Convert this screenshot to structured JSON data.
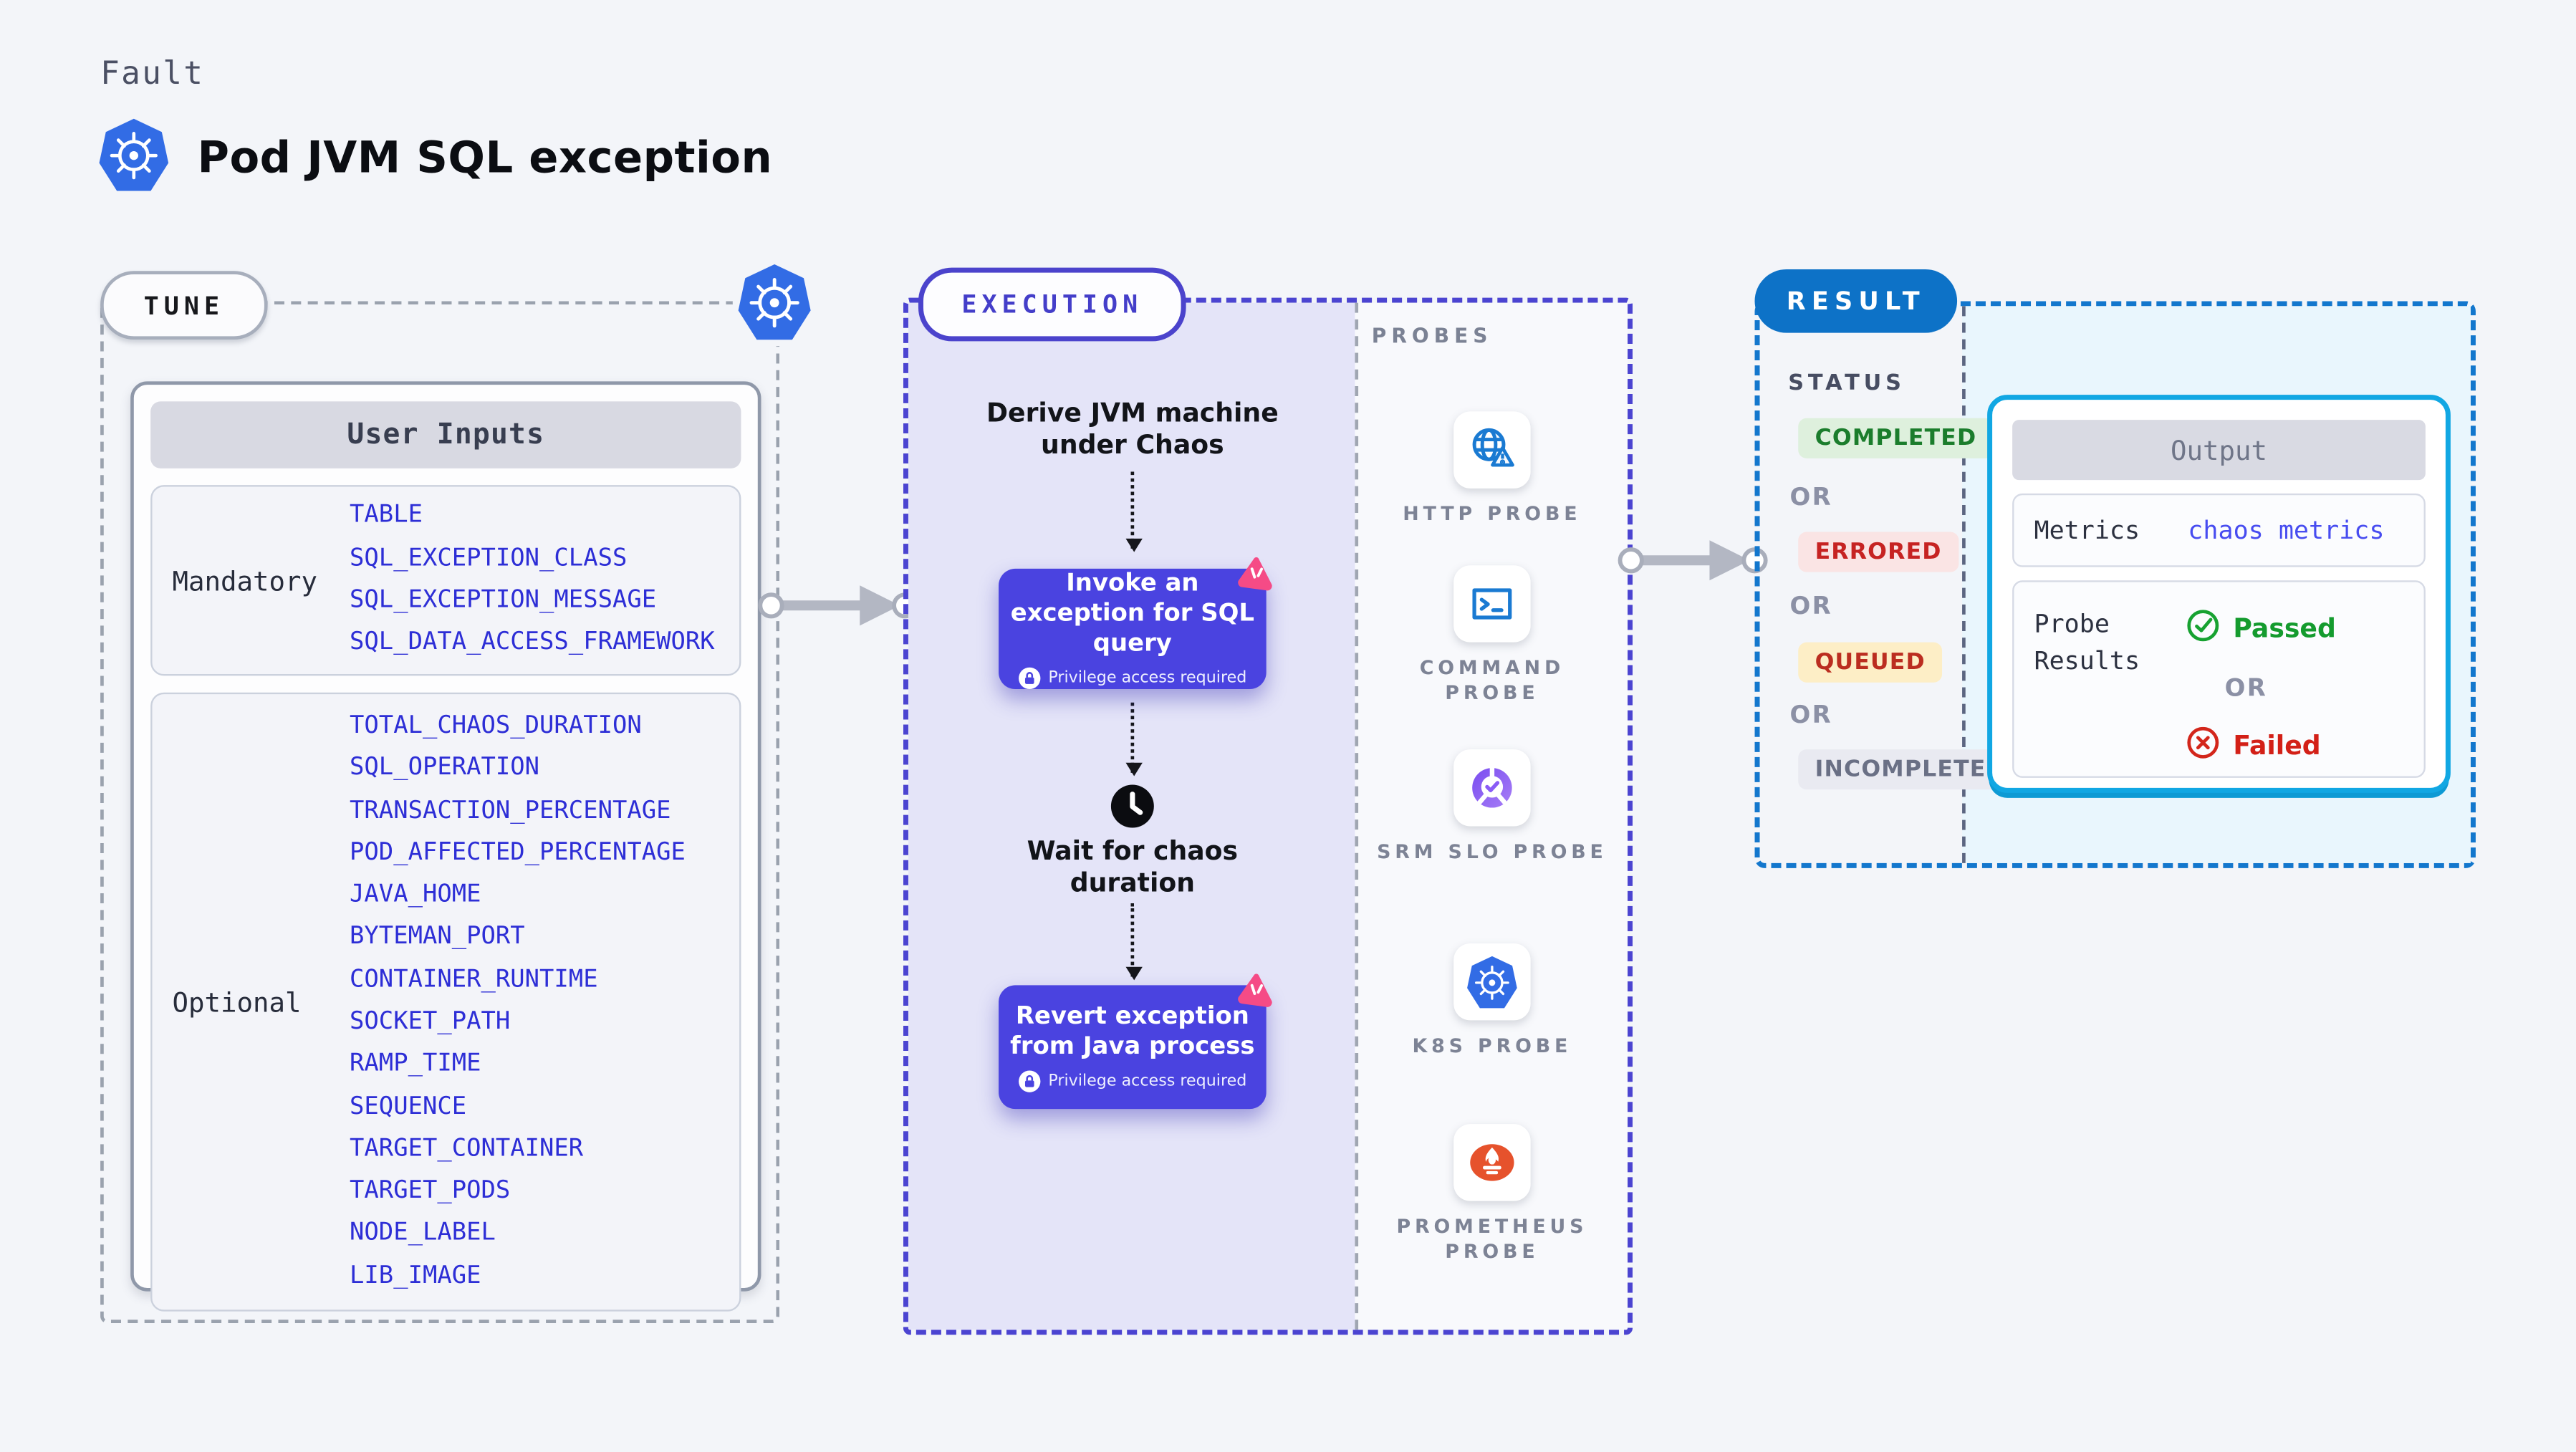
{
  "header": {
    "eyebrow": "Fault",
    "title": "Pod JVM SQL exception"
  },
  "tune": {
    "pill": "TUNE",
    "card_title": "User Inputs",
    "mandatory": {
      "label": "Mandatory",
      "params": [
        "TABLE",
        "SQL_EXCEPTION_CLASS",
        "SQL_EXCEPTION_MESSAGE",
        "SQL_DATA_ACCESS_FRAMEWORK"
      ]
    },
    "optional": {
      "label": "Optional",
      "params": [
        "TOTAL_CHAOS_DURATION",
        "SQL_OPERATION",
        "TRANSACTION_PERCENTAGE",
        "POD_AFFECTED_PERCENTAGE",
        "JAVA_HOME",
        "BYTEMAN_PORT",
        "CONTAINER_RUNTIME",
        "SOCKET_PATH",
        "RAMP_TIME",
        "SEQUENCE",
        "TARGET_CONTAINER",
        "TARGET_PODS",
        "NODE_LABEL",
        "LIB_IMAGE"
      ]
    }
  },
  "execution": {
    "pill": "EXECUTION",
    "step_derive": "Derive JVM machine under Chaos",
    "step_invoke": "Invoke an exception for SQL query",
    "step_wait": "Wait for chaos duration",
    "step_revert": "Revert exception from Java process",
    "privilege_note": "Privilege access required"
  },
  "probes": {
    "section_label": "PROBES",
    "items": [
      {
        "name": "http-probe",
        "label": "HTTP PROBE"
      },
      {
        "name": "command-probe",
        "label": "COMMAND PROBE"
      },
      {
        "name": "srm-slo-probe",
        "label": "SRM SLO PROBE"
      },
      {
        "name": "k8s-probe",
        "label": "K8S PROBE"
      },
      {
        "name": "prometheus-probe",
        "label": "PROMETHEUS PROBE"
      }
    ]
  },
  "result": {
    "pill": "RESULT",
    "status_label": "STATUS",
    "or": "OR",
    "statuses": [
      {
        "text": "COMPLETED",
        "type": "completed"
      },
      {
        "text": "ERRORED",
        "type": "errored"
      },
      {
        "text": "QUEUED",
        "type": "queued"
      },
      {
        "text": "INCOMPLETED",
        "type": "incompleted"
      }
    ],
    "output": {
      "title": "Output",
      "metrics_label": "Metrics",
      "metrics_value": "chaos metrics",
      "probe_results_label": "Probe Results",
      "passed": "Passed",
      "or": "OR",
      "failed": "Failed"
    }
  },
  "colors": {
    "page_bg": "#f3f5f9",
    "lavender": "#e4e4f8",
    "indigo_button": "#4a43e0",
    "indigo_border": "#4b44d1",
    "kubernetes_blue": "#326ce5",
    "probe_icon_blue": "#1a7ad2",
    "srm_purple": "#8a5cf6",
    "prometheus_orange": "#e6522c",
    "pink_badge": "#f54b86",
    "result_blue": "#0d72c7",
    "result_dash_blue": "#1377cd",
    "output_border_cyan": "#11a7e3",
    "passed_green": "#149b2e",
    "failed_red": "#d32017"
  }
}
